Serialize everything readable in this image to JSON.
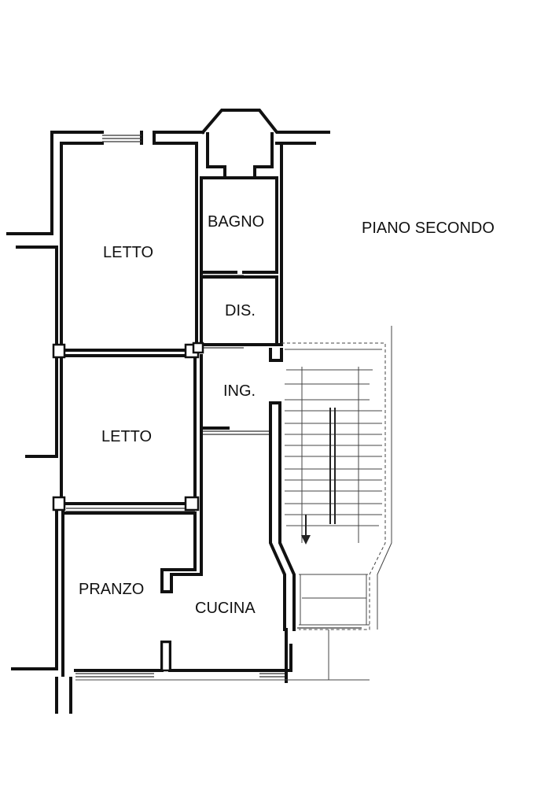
{
  "plan": {
    "floor_title": "PIANO SECONDO",
    "rooms": {
      "letto_1": "LETTO",
      "bagno": "BAGNO",
      "dis": "DIS.",
      "ing": "ING.",
      "letto_2": "LETTO",
      "pranzo": "PRANZO",
      "cucina": "CUCINA"
    },
    "colors": {
      "ink": "#111111",
      "background": "#ffffff"
    }
  }
}
